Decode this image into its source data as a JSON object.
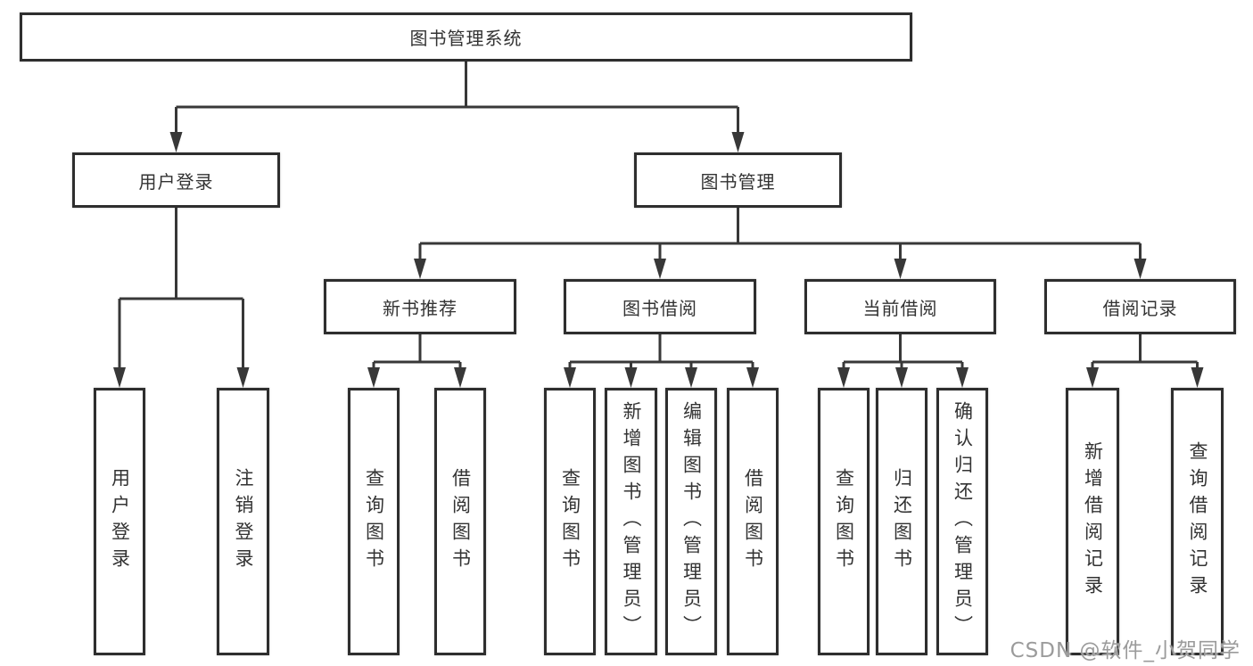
{
  "diagram": {
    "root": "图书管理系统",
    "level2": {
      "user_login": "用户登录",
      "book_mgmt": "图书管理"
    },
    "level3": {
      "new_books": "新书推荐",
      "borrowing": "图书借阅",
      "current": "当前借阅",
      "records": "借阅记录"
    },
    "leaves": {
      "login": "用户登录",
      "logout": "注销登录",
      "new_query_book": "查询图书",
      "new_borrow_book": "借阅图书",
      "bor_query_book": "查询图书",
      "bor_add_book": "新增图书（管理员）",
      "bor_edit_book": "编辑图书（管理员）",
      "bor_borrow_book": "借阅图书",
      "cur_query_book": "查询图书",
      "cur_return_book": "归还图书",
      "cur_confirm_return": "确认归还（管理员）",
      "rec_add_record": "新增借阅记录",
      "rec_query_record": "查询借阅记录"
    },
    "line_color": "#383838",
    "border_color": "#2e2e2e"
  },
  "watermark": "CSDN @软件_小贺同学"
}
